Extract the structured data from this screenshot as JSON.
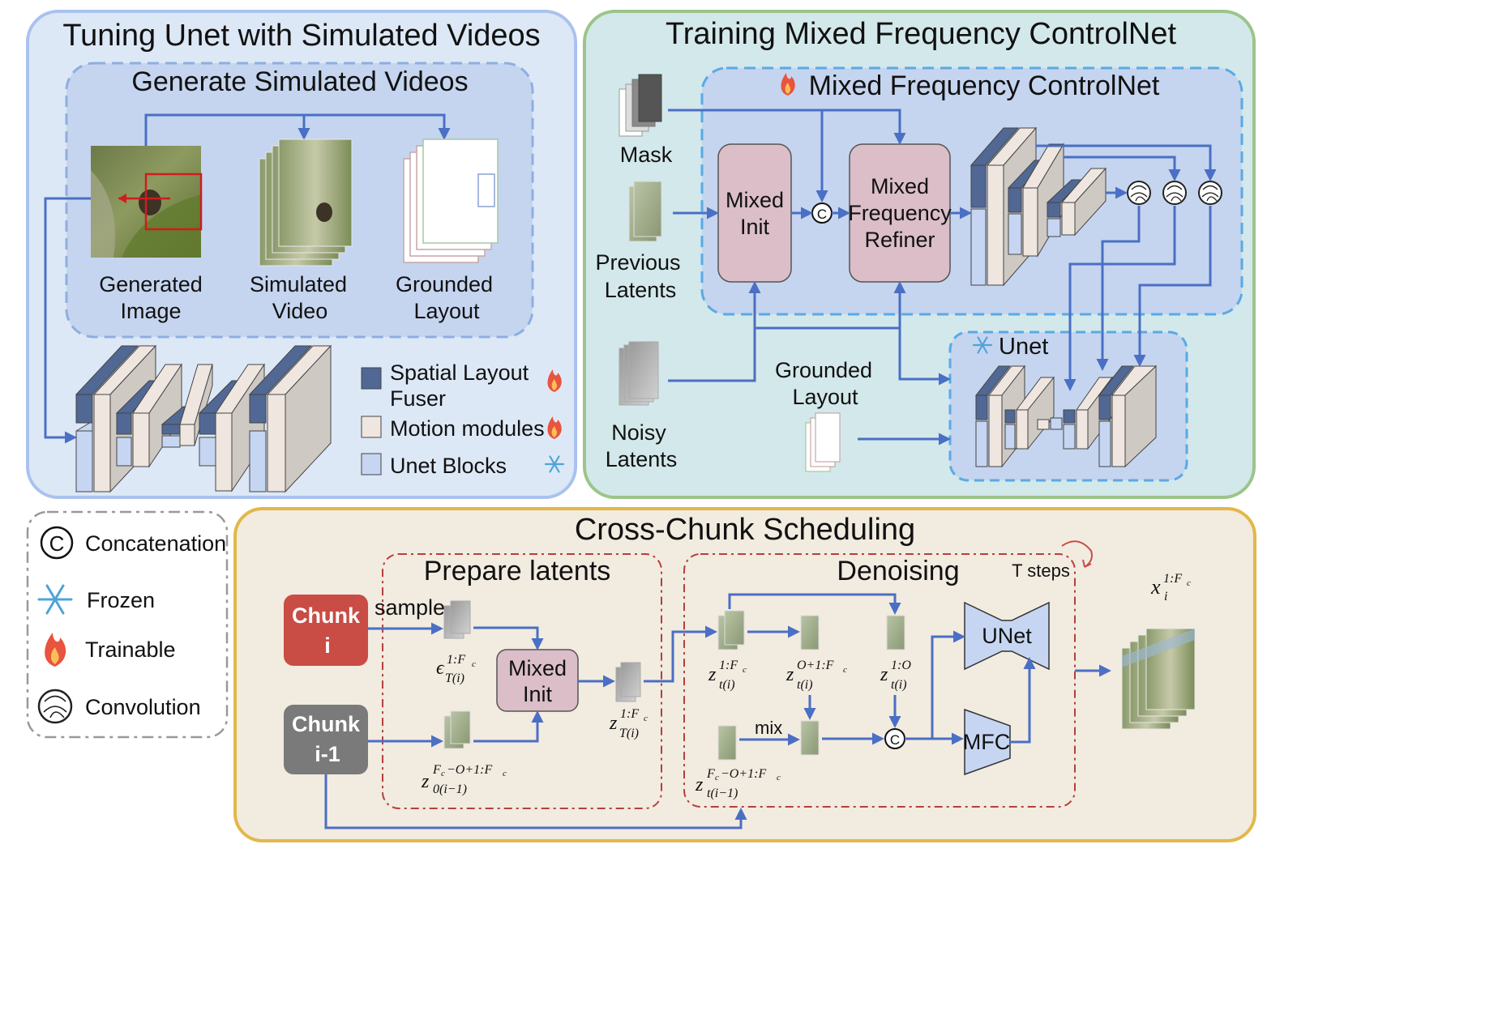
{
  "colors": {
    "blue_panel_bg": "#dde8f6",
    "blue_panel_border": "#a9c2ee",
    "inner_blue": "#c5d5ef",
    "dashed_blue": "#5aa9e6",
    "green_panel_bg": "#d3e8ea",
    "green_panel_border": "#9cc48b",
    "orange_panel_bg": "#f2ebe0",
    "orange_panel_border": "#e2b849",
    "arrow": "#4a6fc4",
    "spatial_fuser": "#516894",
    "motion_module": "#efe6e0",
    "unet_block": "#c6d6f2",
    "mixed_block": "#dbbec8",
    "chunk_red": "#c94c45",
    "chunk_gray": "#7a7a7a",
    "dash_red": "#b5403b"
  },
  "icons": [
    "fire-icon",
    "snowflake-icon",
    "convolution-icon",
    "concat-icon",
    "loop-arrow-icon"
  ],
  "panel_tuning": {
    "title": "Tuning Unet with Simulated Videos",
    "generate_title": "Generate Simulated Videos",
    "generated_image": [
      "Generated",
      "Image"
    ],
    "simulated_video": [
      "Simulated",
      "Video"
    ],
    "grounded_layout": [
      "Grounded",
      "Layout"
    ],
    "legend": {
      "spatial": [
        "Spatial Layout",
        "Fuser"
      ],
      "motion": "Motion modules",
      "unet": "Unet Blocks"
    }
  },
  "panel_training": {
    "title": "Training Mixed Frequency ControlNet",
    "controlnet_title": "Mixed Frequency ControlNet",
    "mask": "Mask",
    "previous_latents": [
      "Previous",
      "Latents"
    ],
    "noisy_latents": [
      "Noisy",
      "Latents"
    ],
    "grounded_layout": [
      "Grounded",
      "Layout"
    ],
    "mixed_init": [
      "Mixed",
      "Init"
    ],
    "refiner": [
      "Mixed",
      "Frequency",
      "Refiner"
    ],
    "unet": "Unet",
    "concat_symbol": "C"
  },
  "legend_box": {
    "concatenation": "Concatenation",
    "frozen": "Frozen",
    "trainable": "Trainable",
    "convolution": "Convolution"
  },
  "panel_scheduling": {
    "title": "Cross-Chunk Scheduling",
    "prepare_title": "Prepare latents",
    "denoising_title": "Denoising",
    "t_steps": "T steps",
    "chunk_i": [
      "Chunk",
      "i"
    ],
    "chunk_prev": [
      "Chunk",
      "i-1"
    ],
    "sample": "sample",
    "mixed_init": [
      "Mixed",
      "Init"
    ],
    "mix": "mix",
    "unet": "UNet",
    "mfc": "MFC",
    "concat_symbol": "C"
  }
}
